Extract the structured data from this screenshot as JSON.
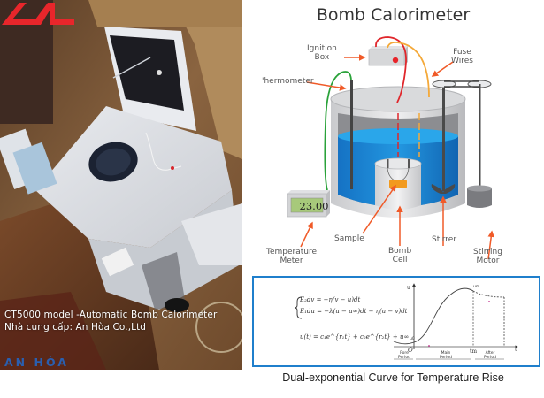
{
  "photo": {
    "caption_line1": "CT5000 model -Automatic Bomb Calorimeter",
    "caption_line2": "Nhà cung cấp: An Hòa Co.,Ltd",
    "logo_text": "AN HÒA",
    "logo_colors": {
      "mark": "#e8262b",
      "text": "#2a5fb0"
    }
  },
  "diagram": {
    "title": "Bomb Calorimeter",
    "labels": {
      "ignition_box": [
        "Ignition",
        "Box"
      ],
      "fuse_wires": [
        "Fuse",
        "Wires"
      ],
      "thermometer": "'hermometer",
      "temperature_meter": [
        "Temperature",
        "Meter"
      ],
      "sample": "Sample",
      "bomb_cell": [
        "Bomb",
        "Cell"
      ],
      "stirrer": "Stirrer",
      "stirring_motor": [
        "Stirring",
        "Motor"
      ]
    },
    "meter_reading": "23.00",
    "colors": {
      "arrow": "#f05a28",
      "water": "#1e88d6",
      "wire_red": "#e0262b",
      "wire_orange": "#f4a93a",
      "wire_green": "#2aa23a",
      "sample": "#f29a1f"
    }
  },
  "curve": {
    "equations": {
      "line1": "E₂dv = −η(v − u)dt",
      "line2": "E₁du = −λ(u − u∞)dt − η(u − v)dt",
      "line3": "u(t) = c₁e^{r₁t} + c₂e^{r₂t} + u∞"
    },
    "axis": {
      "y_label": "u",
      "x_label": "t",
      "origin_label": "O",
      "tm_label": "tm",
      "um_label": "um",
      "u0_label": "u0",
      "periods": [
        [
          "Fore",
          "Period"
        ],
        [
          "Main",
          "Period"
        ],
        [
          "After",
          "Period"
        ]
      ]
    },
    "caption": "Dual-exponential Curve for Temperature Rise",
    "border_color": "#1f7fcc"
  }
}
